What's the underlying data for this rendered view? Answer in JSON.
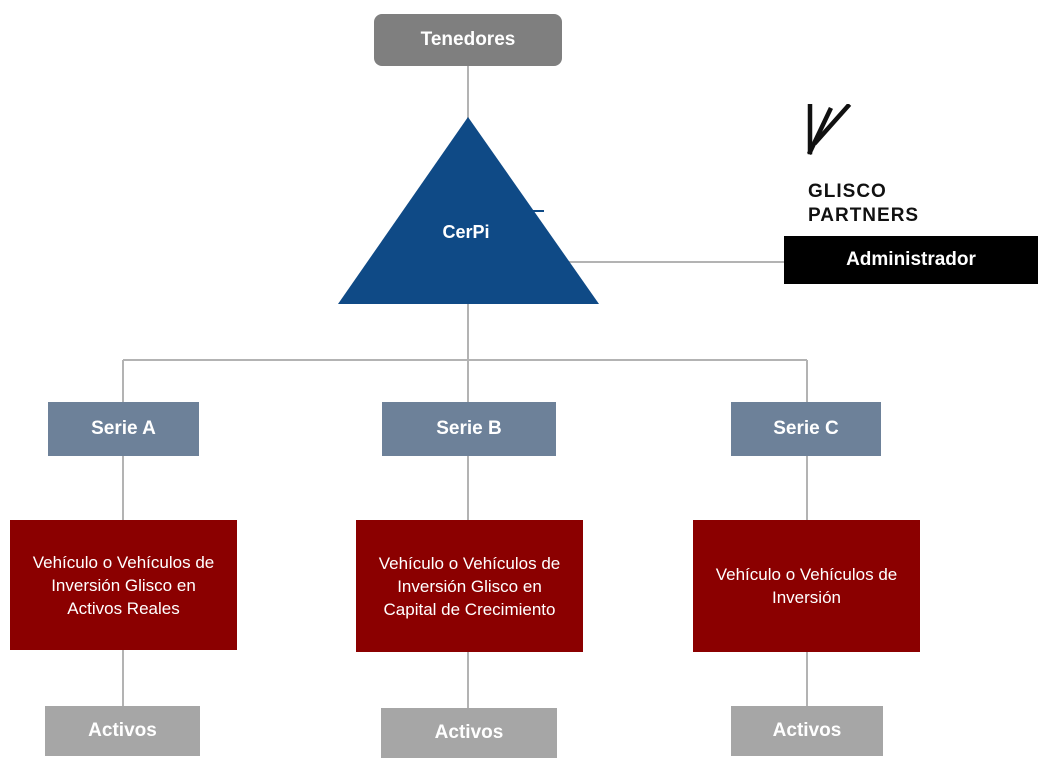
{
  "top": {
    "label": "Tenedores"
  },
  "center": {
    "label": "CerPi"
  },
  "administrator": {
    "logo_line1": "GLISCO",
    "logo_line2": "PARTNERS",
    "label": "Administrador"
  },
  "branches": [
    {
      "serie": "Serie A",
      "vehicle": "Vehículo o Vehículos de Inversión Glisco en Activos Reales",
      "assets": "Activos"
    },
    {
      "serie": "Serie B",
      "vehicle": "Vehículo o Vehículos de Inversión Glisco en Capital de Crecimiento",
      "assets": "Activos"
    },
    {
      "serie": "Serie C",
      "vehicle": "Vehículo o Vehículos de Inversión",
      "assets": "Activos"
    }
  ],
  "colors": {
    "top_box": "#7f7f7f",
    "triangle": "#0f4a86",
    "serie_box": "#6d8199",
    "vehicle_box": "#8b0000",
    "assets_box": "#a6a6a6",
    "admin_box": "#000000",
    "connector": "#b3b3b3"
  },
  "icons": {
    "logo": "glisco-partners-logo-icon"
  }
}
